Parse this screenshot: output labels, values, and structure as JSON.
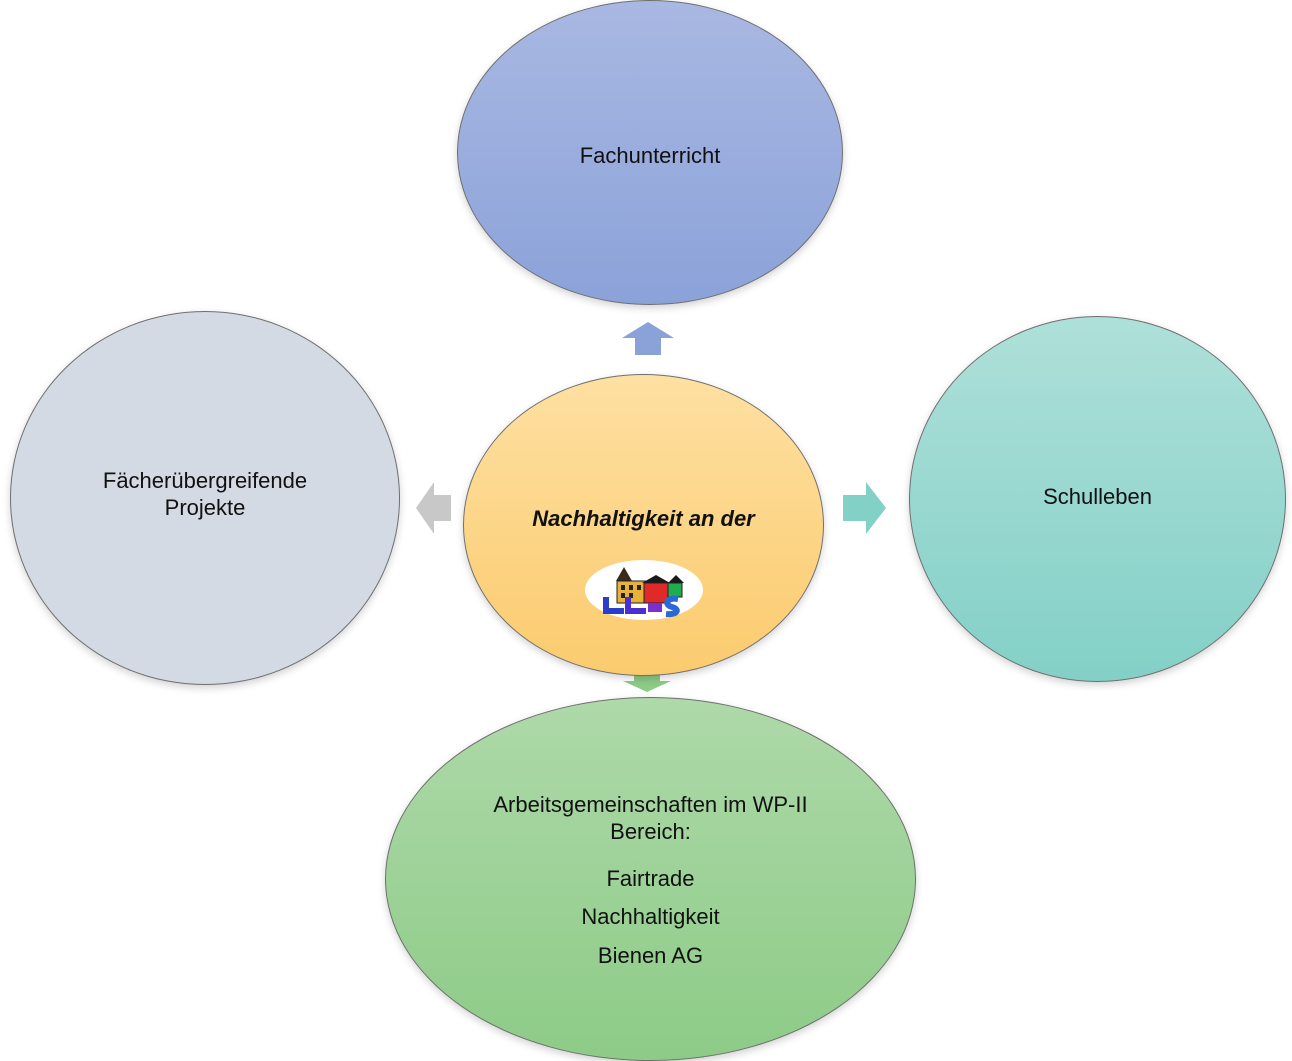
{
  "center": {
    "title": "Nachhaltigkeit an der",
    "logo_icon": "school-building-logo"
  },
  "nodes": {
    "top": {
      "label": "Fachunterricht",
      "color": "#8ba2d9"
    },
    "left": {
      "label_lines": [
        "Fächerübergreifende",
        "Projekte"
      ],
      "color": "#d4dae3"
    },
    "right": {
      "label": "Schulleben",
      "color": "#83d0c7"
    },
    "bottom": {
      "heading_lines": [
        "Arbeitsgemeinschaften im WP-II",
        "Bereich:"
      ],
      "items": [
        "Fairtrade",
        "Nachhaltigkeit",
        "Bienen AG"
      ],
      "color": "#8dcb87"
    }
  },
  "arrows": {
    "up_color": "#8ba2d9",
    "left_color": "#c8c8c8",
    "right_color": "#83d0c7",
    "down_color": "#8dcb87"
  }
}
